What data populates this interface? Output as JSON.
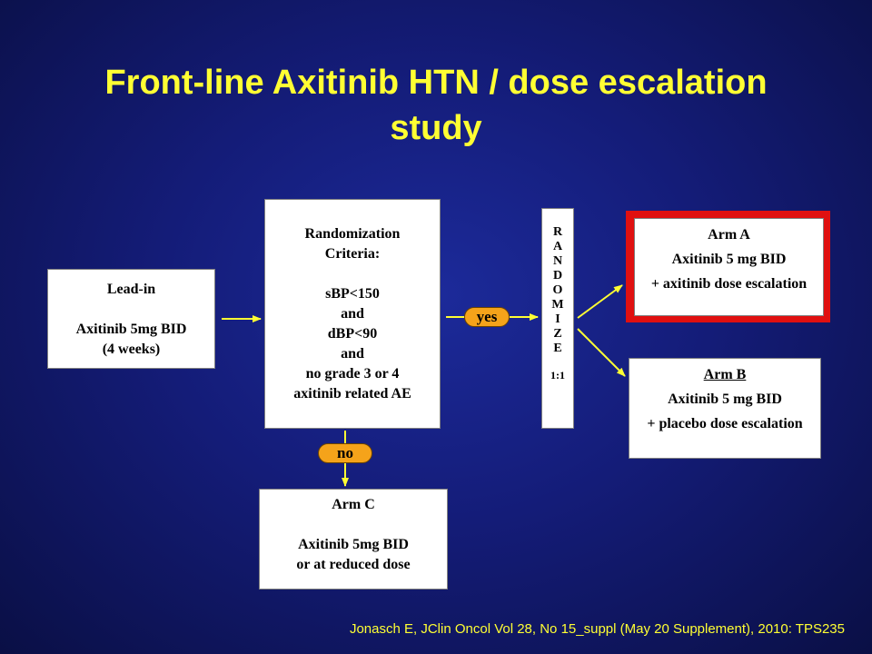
{
  "slide": {
    "title_line1": "Front-line Axitinib HTN / dose escalation",
    "title_line2": "study",
    "citation": "Jonasch  E, JClin Oncol  Vol 28, No 15_suppl (May 20 Supplement), 2010: TPS235"
  },
  "lead_in": {
    "heading": "Lead-in",
    "line1": "Axitinib 5mg BID",
    "line2": "(4 weeks)"
  },
  "criteria": {
    "line1": "Randomization",
    "line2": "Criteria:",
    "line3": "sBP<150",
    "line4": "and",
    "line5": "dBP<90",
    "line6": "and",
    "line7": "no grade 3 or 4",
    "line8": "axitinib related AE"
  },
  "decisions": {
    "yes": "yes",
    "no": "no"
  },
  "randomize": {
    "letters": [
      "R",
      "A",
      "N",
      "D",
      "O",
      "M",
      "I",
      "Z",
      "E"
    ],
    "ratio": "1:1"
  },
  "arm_a": {
    "heading": "Arm A",
    "line1": "Axitinib 5 mg BID",
    "line2": "+ axitinib dose escalation"
  },
  "arm_b": {
    "heading": "Arm B",
    "line1": "Axitinib 5 mg BID",
    "line2": "+ placebo dose escalation"
  },
  "arm_c": {
    "heading": "Arm C",
    "line1": "Axitinib 5mg BID",
    "line2": "or at reduced dose"
  },
  "colors": {
    "title": "#ffff33",
    "arrow": "#ffff33",
    "pill": "#f5a31a",
    "highlight_border": "#e01010",
    "box": "#ffffff"
  }
}
